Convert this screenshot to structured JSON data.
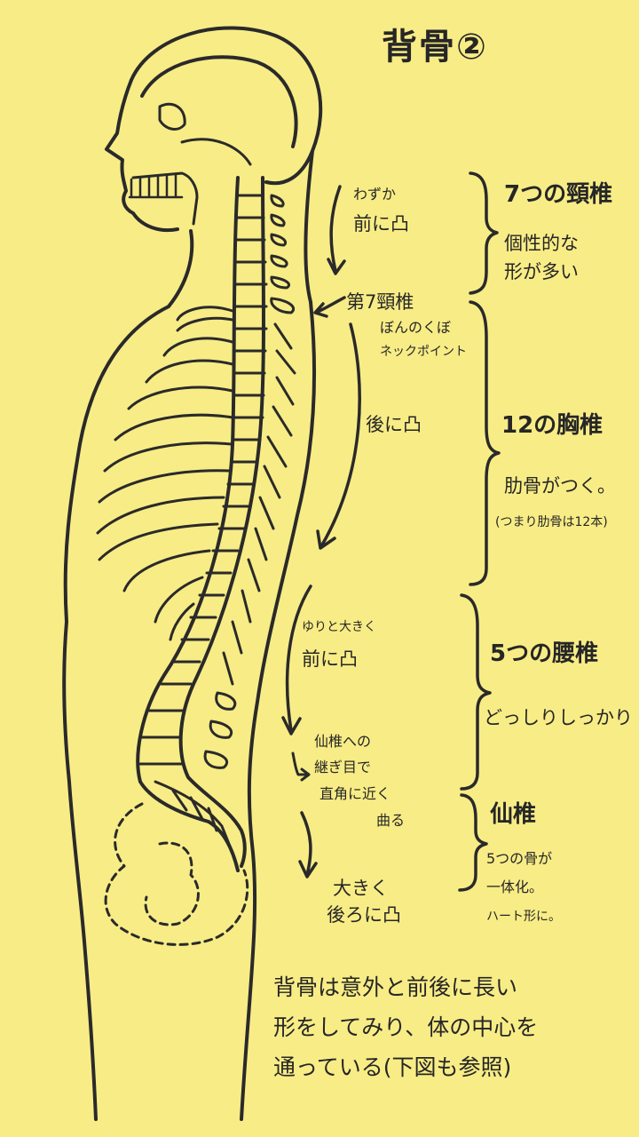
{
  "title": "背骨②",
  "cervical": {
    "curve_small": "わずか",
    "curve": "前に凸",
    "heading": "7つの頸椎",
    "desc_1": "個性的な",
    "desc_2": "形が多い"
  },
  "seventh_vertebra": {
    "label": "第7頸椎",
    "desc_1": "ぼんのくぼ",
    "desc_2": "ネックポイント"
  },
  "thoracic": {
    "curve": "後に凸",
    "heading": "12の胸椎",
    "desc": "肋骨がつく。",
    "note": "(つまり肋骨は12本)"
  },
  "lumbar": {
    "curve_small": "ゆりと大きく",
    "curve": "前に凸",
    "heading": "5つの腰椎",
    "desc": "どっしりしっかり"
  },
  "sacrum_joint": {
    "line_1": "仙椎への",
    "line_2": "継ぎ目で",
    "line_3": "直角に近く",
    "line_4": "曲る"
  },
  "sacral": {
    "heading": "仙椎",
    "desc_1": "5つの骨が",
    "desc_2": "一体化。",
    "desc_3": "ハート形に。"
  },
  "sacral_curve": {
    "line_1": "大きく",
    "line_2": "後ろに凸"
  },
  "summary": {
    "line_1": "背骨は意外と前後に長い",
    "line_2": "形をしてみり、体の中心を",
    "line_3": "通っている(下図も参照)"
  },
  "colors": {
    "background": "#f8ec86",
    "ink": "#262626"
  }
}
